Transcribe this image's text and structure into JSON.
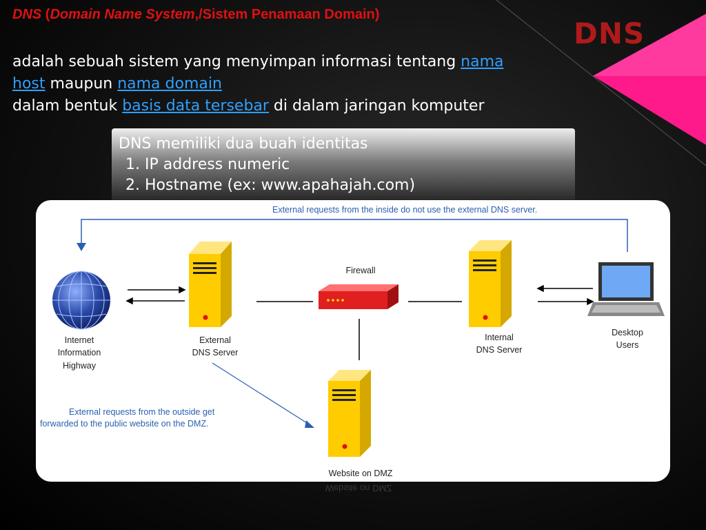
{
  "slide": {
    "title": "DNS",
    "heading_part1": "DNS",
    "heading_part2": "(",
    "heading_part3": "Domain Name System",
    "heading_part4": ",/Sistem Penamaan Domain",
    "heading_part5": ")",
    "intro_text1": "adalah sebuah sistem yang menyimpan informasi tentang ",
    "intro_link1": "nama host",
    "intro_text2": " maupun ",
    "intro_link2": "nama domain",
    "intro_text3": " dalam bentuk ",
    "intro_link3": "basis data tersebar",
    "intro_text4": " di dalam jaringan komputer"
  },
  "identity_box": {
    "lead": "DNS memiliki dua buah identitas",
    "items": [
      "IP address numeric",
      "Hostname (ex: www.apahajah.com)"
    ]
  },
  "diagram": {
    "top_note": "External requests from the inside do not use the external DNS server.",
    "bottom_note_line1": "External requests from the outside get",
    "bottom_note_line2": "forwarded to the public website on the DMZ.",
    "internet_line1": "Internet",
    "internet_line2": "Information",
    "internet_line3": "Highway",
    "ext_dns_line1": "External",
    "ext_dns_line2": "DNS Server",
    "firewall": "Firewall",
    "int_dns_line1": "Internal",
    "int_dns_line2": "DNS Server",
    "desktop_line1": "Desktop",
    "desktop_line2": "Users",
    "dmz": "Website on DMZ"
  },
  "colors": {
    "accent_red": "#e01010",
    "title_red": "#b01a1a",
    "link_blue": "#2fa0ff",
    "magenta": "#ff1a8c",
    "server_yellow": "#ffcc00",
    "firewall_red": "#e02020",
    "note_blue": "#2a5fb0"
  }
}
